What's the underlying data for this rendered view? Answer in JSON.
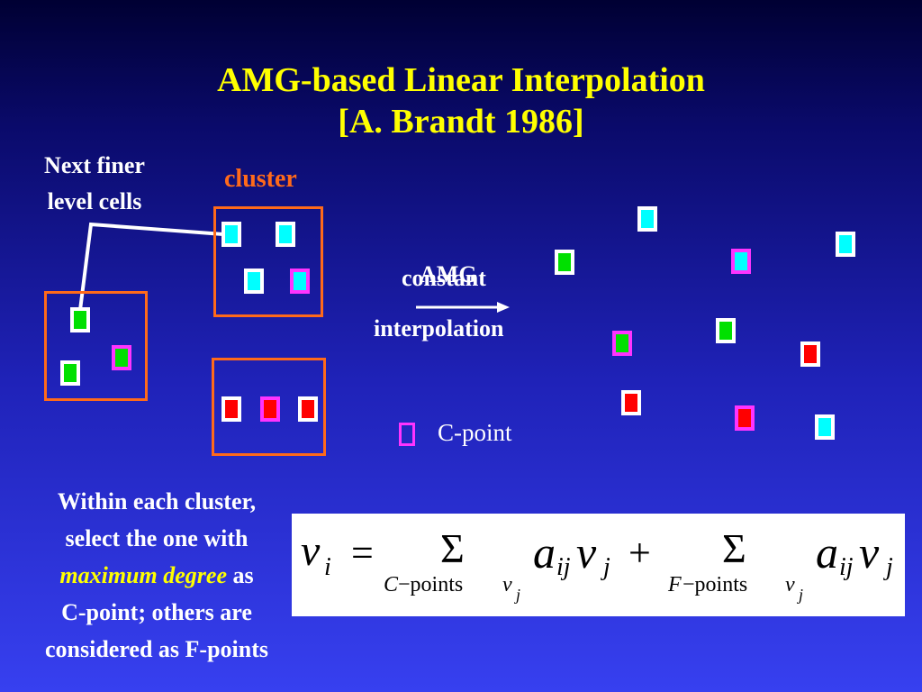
{
  "title": {
    "line1": "AMG-based Linear Interpolation",
    "line2": "[A. Brandt 1986]"
  },
  "labels": {
    "next_finer_line1": "Next finer",
    "next_finer_line2": "level cells",
    "cluster": "cluster",
    "arrow_top_a": "constant",
    "arrow_top_b": "AMG",
    "arrow_bottom": "interpolation",
    "legend": "C-point"
  },
  "description": {
    "line1": "Within each cluster,",
    "line2": "select the one with",
    "highlight": "maximum degree",
    "after_highlight": " as",
    "line4": "C-point; others are",
    "line5": "considered as F-points"
  },
  "formula": {
    "lhs_var": "v",
    "lhs_sub": "i",
    "equals": "=",
    "sigma": "Σ",
    "term_a": "a",
    "term_a_sub": "ij",
    "term_v": "v",
    "term_v_sub": "j",
    "plus": "+",
    "c_sub_letter": "C",
    "c_sub_text": "−points",
    "f_sub_letter": "F",
    "f_sub_text": "−points",
    "sub_v": "v",
    "sub_v_sub": "j"
  },
  "colors": {
    "title": "#ffff00",
    "cluster": "#ff6a1a",
    "c_point_border": "#ff33ff",
    "cyan": "#00ffff",
    "green": "#00e000",
    "red": "#ff0000"
  }
}
